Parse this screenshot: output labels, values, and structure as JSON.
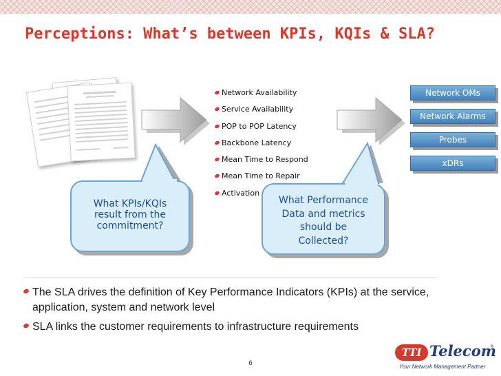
{
  "slide": {
    "title": "Perceptions: What’s between KPIs, KQIs & SLA?",
    "page_number": "6"
  },
  "kpi_list": [
    "Network Availability",
    "Service Availability",
    "POP to POP Latency",
    "Backbone Latency",
    "Mean Time to Respond",
    "Mean Time to Repair",
    "Activation"
  ],
  "data_sources": [
    "Network OMs",
    "Network Alarms",
    "Probes",
    "xDRs"
  ],
  "callouts": {
    "left": [
      "What KPIs/KQIs",
      "result from the",
      "commitment?"
    ],
    "right": [
      "What Performance",
      "Data and metrics",
      "should be",
      "Collected?"
    ]
  },
  "bullets": [
    "The SLA drives the definition of Key Performance Indicators (KPIs) at the service, application, system and network level",
    "SLA links the customer requirements to infrastructure requirements"
  ],
  "logo": {
    "badge": "TTI",
    "name": "Telecom",
    "registered": "®",
    "tagline": "Your Network Management Partner"
  },
  "colors": {
    "title": "#d6382b",
    "bullet": "#d6382b",
    "source_box": "#3f82bf",
    "callout_fill": "#daeefa",
    "callout_text": "#1d4e8f",
    "logo_navy": "#1f3f7a"
  }
}
